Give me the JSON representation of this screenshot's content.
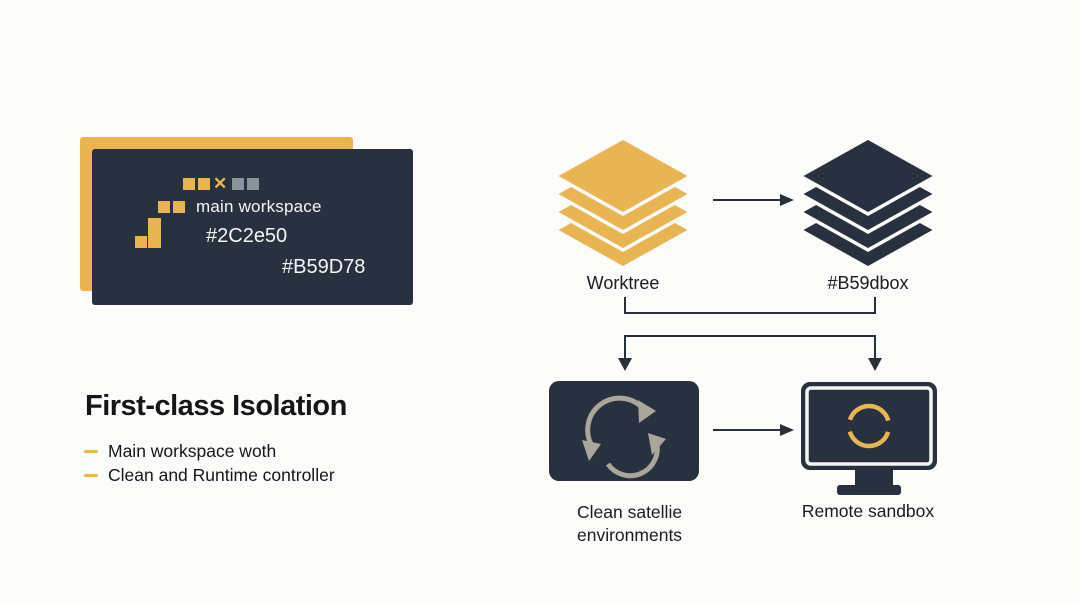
{
  "colors": {
    "bg": "#FCFCFA",
    "navy": "#28313F",
    "gold": "#E9B452",
    "goldback": "#EBB451",
    "graysq": "#8A929C",
    "arrowgray": "#ABA69B",
    "line": "#2A303A",
    "textdark": "#161616",
    "textlight": "#F4F5F6"
  },
  "left_panel": {
    "card": {
      "title": "main workspace",
      "hex1": "#2C2e50",
      "hex2": "#B59D78",
      "x_glyph": "✕"
    },
    "heading": "First-class Isolation",
    "bullets": [
      "Main workspace woth",
      "Clean and Runtime controller"
    ]
  },
  "diagram": {
    "worktree_label": "Worktree",
    "sandbox_label": "#B59dbox",
    "satellite_label": [
      "Clean satellie",
      "environments"
    ],
    "remote_label": "Remote sandbox"
  }
}
